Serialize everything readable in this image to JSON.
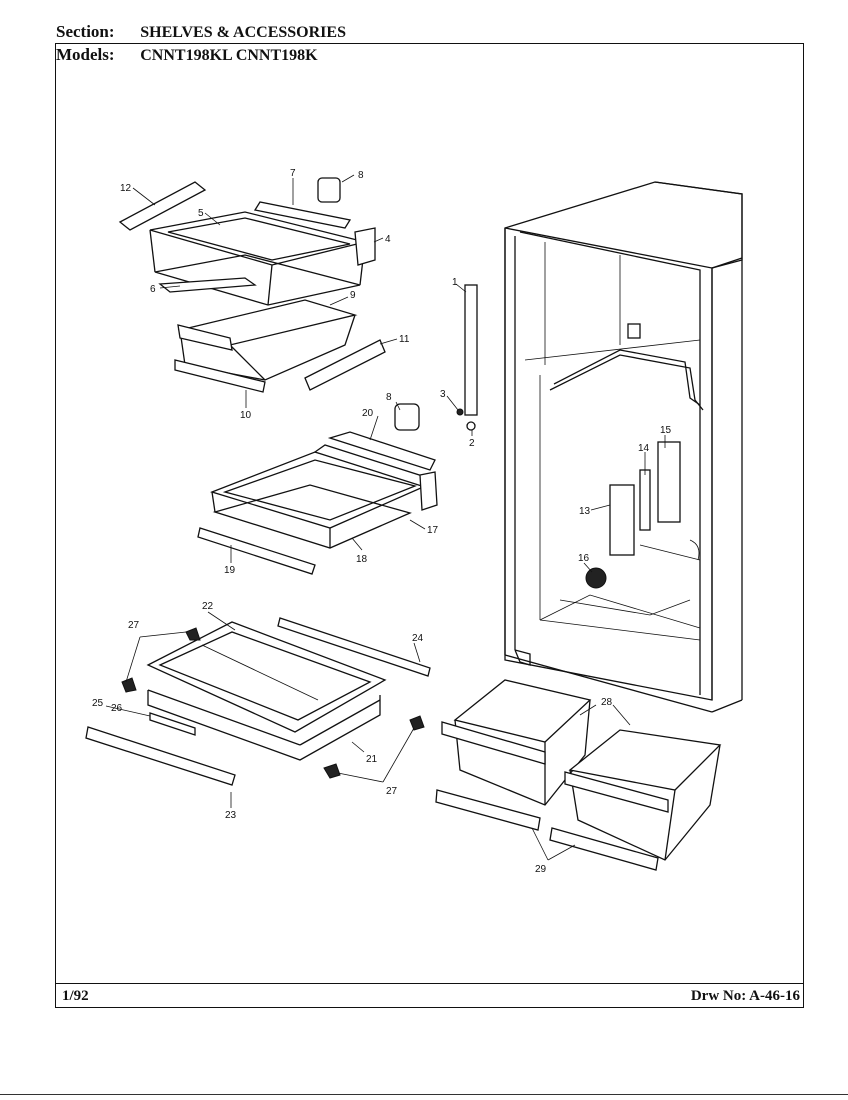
{
  "header": {
    "section_label": "Section:",
    "section_value": "SHELVES & ACCESSORIES",
    "models_label": "Models:",
    "models_value": "CNNT198KL   CNNT198K"
  },
  "footer": {
    "date": "1/92",
    "drawing_number": "Drw No: A-46-16"
  },
  "callouts": {
    "c1": "1",
    "c2": "2",
    "c3": "3",
    "c4": "4",
    "c5": "5",
    "c6": "6",
    "c7": "7",
    "c8a": "8",
    "c8b": "8",
    "c9": "9",
    "c10": "10",
    "c11": "11",
    "c12": "12",
    "c13": "13",
    "c14": "14",
    "c15": "15",
    "c16": "16",
    "c17": "17",
    "c18": "18",
    "c19": "19",
    "c20": "20",
    "c21": "21",
    "c22": "22",
    "c23": "23",
    "c24": "24",
    "c25": "25",
    "c26": "26",
    "c27a": "27",
    "c27b": "27",
    "c28": "28",
    "c29": "29"
  }
}
